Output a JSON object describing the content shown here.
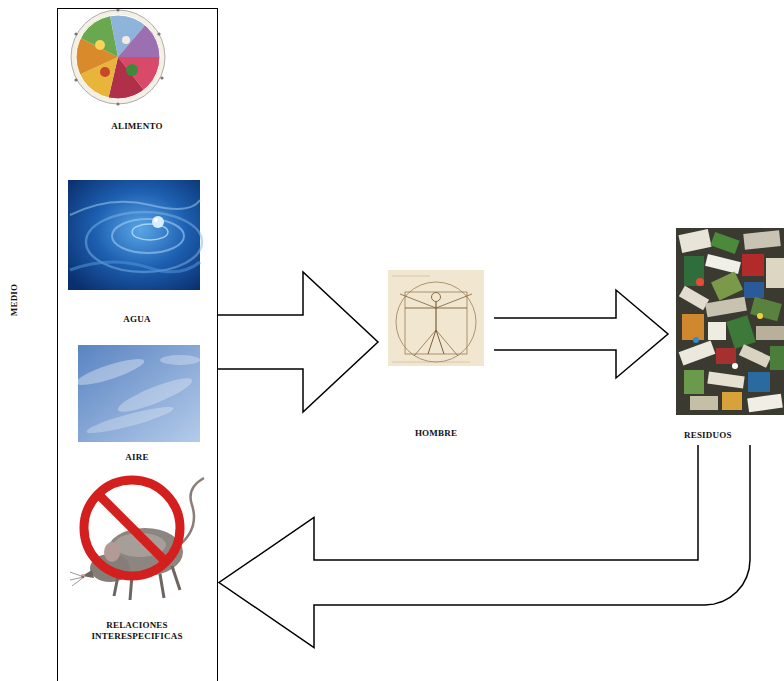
{
  "diagram": {
    "nodes": [
      {
        "text": [
          "MEDIO"
        ]
      },
      {
        "text": [
          "ALIMENTO"
        ],
        "in": 0
      },
      {
        "text": [
          "AGUA"
        ],
        "in": 0
      },
      {
        "text": [
          "AIRE"
        ],
        "in": 0
      },
      {
        "text": [
          "RELACIONES INTERESPECIFICAS"
        ],
        "in": 0
      },
      {
        "text": [
          "HOMBRE"
        ]
      },
      {
        "text": [
          "RESIDUOS"
        ]
      }
    ],
    "edges": [
      {
        "from": 0,
        "to": 5,
        "arrow": "to"
      },
      {
        "from": 5,
        "to": 6,
        "arrow": "to"
      },
      {
        "from": 6,
        "to": 0,
        "arrow": "to"
      }
    ]
  }
}
